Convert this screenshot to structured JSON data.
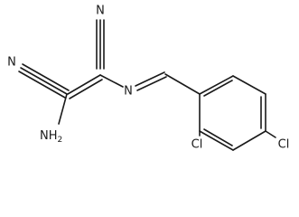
{
  "molecule": {
    "atoms": {
      "n_top": "N",
      "n_left": "N",
      "n_imine": "N",
      "nh2": "NH",
      "nh2_sub": "2",
      "cl_ortho": "Cl",
      "cl_para": "Cl"
    }
  }
}
